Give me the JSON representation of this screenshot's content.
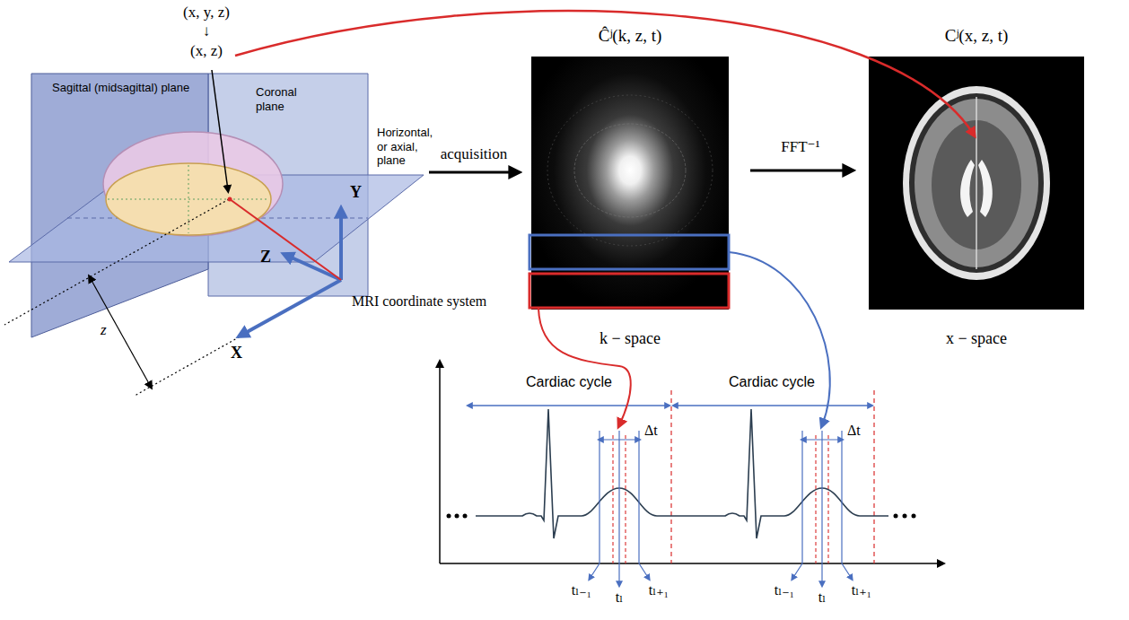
{
  "diagram": {
    "nodes": [
      {
        "text": [
          "Ĉʲ(k, z, t)",
          "k − space"
        ]
      },
      {
        "text": [
          "Cʲ(x, z, t)",
          "x − space"
        ]
      }
    ],
    "edges": [
      {
        "from": 0,
        "to": 1,
        "arrow": "to",
        "label": "FFT⁻¹"
      }
    ],
    "labels": [
      "(x, y, z)",
      "↓",
      "(x, z)",
      "Sagittal (midsagittal) plane",
      "Coronal plane",
      "Horizontal, or axial, plane",
      "Y",
      "Z",
      "X",
      "MRI coordinate system",
      "z",
      "acquisition",
      "Cardiac cycle",
      "Cardiac cycle",
      "Δt",
      "Δt",
      "tₗ₋₁",
      "tₗ",
      "tₗ₊₁",
      "tₗ₋₁",
      "tₗ",
      "tₗ₊₁"
    ]
  }
}
